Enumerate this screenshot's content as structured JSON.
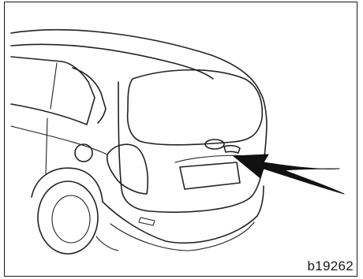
{
  "figure": {
    "id_label": "b19262",
    "subject": "car-rear-liftgate-handle",
    "arrow_target": "liftgate-opener-handle"
  },
  "colors": {
    "line": "#222222",
    "background": "#ffffff",
    "frame": "#1a1a1a"
  }
}
